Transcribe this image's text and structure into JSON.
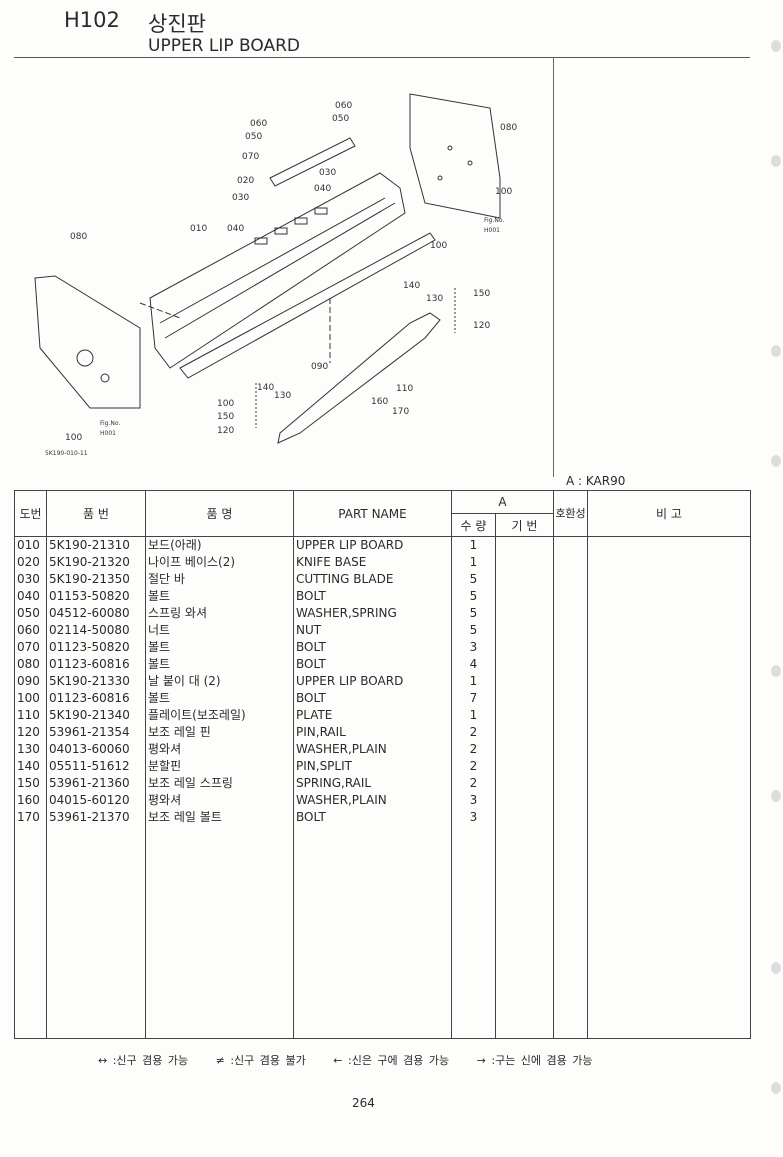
{
  "header": {
    "code": "H102",
    "title_ko": "상진판",
    "title_en": "UPPER LIP BOARD"
  },
  "figure": {
    "callouts": [
      "060",
      "050",
      "060",
      "050",
      "070",
      "080",
      "020",
      "030",
      "040",
      "030",
      "100",
      "010",
      "040",
      "080",
      "Fig.No.",
      "H001",
      "100",
      "140",
      "130",
      "150",
      "120",
      "090",
      "110",
      "160",
      "170",
      "140",
      "130",
      "100",
      "150",
      "120",
      "Fig.No.",
      "H001",
      "100"
    ],
    "figure_id": "5K190-010-11"
  },
  "model_label": "A : KAR90",
  "table": {
    "headers": {
      "no": "도번",
      "part_no": "품     번",
      "name_ko": "품          명",
      "name_en": "PART  NAME",
      "group_a": "A",
      "qty": "수 량",
      "base": "기 번",
      "compat": "호환성",
      "remarks": "비          고"
    },
    "rows": [
      {
        "no": "010",
        "part_no": "5K190-21310",
        "name_ko": "보드(아래)",
        "name_en": "UPPER LIP BOARD",
        "qty": "1"
      },
      {
        "no": "020",
        "part_no": "5K190-21320",
        "name_ko": "나이프 베이스(2)",
        "name_en": "KNIFE BASE",
        "qty": "1"
      },
      {
        "no": "030",
        "part_no": "5K190-21350",
        "name_ko": "절단 바",
        "name_en": "CUTTING BLADE",
        "qty": "5"
      },
      {
        "no": "040",
        "part_no": "01153-50820",
        "name_ko": "볼트",
        "name_en": "BOLT",
        "qty": "5"
      },
      {
        "no": "050",
        "part_no": "04512-60080",
        "name_ko": "스프링 와셔",
        "name_en": "WASHER,SPRING",
        "qty": "5"
      },
      {
        "no": "060",
        "part_no": "02114-50080",
        "name_ko": "너트",
        "name_en": "NUT",
        "qty": "5"
      },
      {
        "no": "070",
        "part_no": "01123-50820",
        "name_ko": "볼트",
        "name_en": "BOLT",
        "qty": "3"
      },
      {
        "no": "080",
        "part_no": "01123-60816",
        "name_ko": "볼트",
        "name_en": "BOLT",
        "qty": "4"
      },
      {
        "no": "090",
        "part_no": "5K190-21330",
        "name_ko": "날 붙이 대 (2)",
        "name_en": "UPPER LIP BOARD",
        "qty": "1"
      },
      {
        "no": "100",
        "part_no": "01123-60816",
        "name_ko": "볼트",
        "name_en": "BOLT",
        "qty": "7"
      },
      {
        "no": "110",
        "part_no": "5K190-21340",
        "name_ko": "플레이트(보조레일)",
        "name_en": "PLATE",
        "qty": "1"
      },
      {
        "no": "120",
        "part_no": "53961-21354",
        "name_ko": "보조 레일 핀",
        "name_en": "PIN,RAIL",
        "qty": "2"
      },
      {
        "no": "130",
        "part_no": "04013-60060",
        "name_ko": "평와셔",
        "name_en": "WASHER,PLAIN",
        "qty": "2"
      },
      {
        "no": "140",
        "part_no": "05511-51612",
        "name_ko": "분할핀",
        "name_en": "PIN,SPLIT",
        "qty": "2"
      },
      {
        "no": "150",
        "part_no": "53961-21360",
        "name_ko": "보조 레일 스프링",
        "name_en": "SPRING,RAIL",
        "qty": "2"
      },
      {
        "no": "160",
        "part_no": "04015-60120",
        "name_ko": "평와셔",
        "name_en": "WASHER,PLAIN",
        "qty": "3"
      },
      {
        "no": "170",
        "part_no": "53961-21370",
        "name_ko": "보조 레일 볼트",
        "name_en": "BOLT",
        "qty": "3"
      }
    ]
  },
  "legend": [
    "↔ :신구 겸용 가능",
    "≠ :신구 겸용 불가",
    "← :신은 구에 겸용 가능",
    "→ :구는 신에 겸용 가능"
  ],
  "page_number": "264"
}
